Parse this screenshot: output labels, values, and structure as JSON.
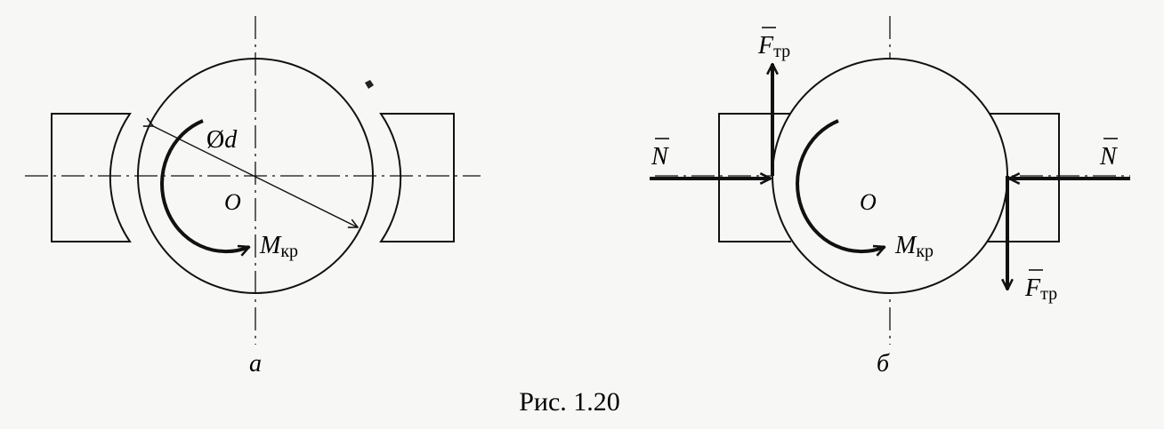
{
  "figure_a": {
    "diameter_symbol": "Ø",
    "diameter_var": "d",
    "center_label": "O",
    "moment_main": "M",
    "moment_sub": "кр",
    "caption": "а"
  },
  "figure_b": {
    "center_label": "O",
    "moment_main": "M",
    "moment_sub": "кр",
    "normal_left": "N",
    "normal_right": "N",
    "friction_top_main": "F",
    "friction_top_sub": "тр",
    "friction_bottom_main": "F",
    "friction_bottom_sub": "тр",
    "caption": "б"
  },
  "figure_caption": "Рис. 1.20"
}
